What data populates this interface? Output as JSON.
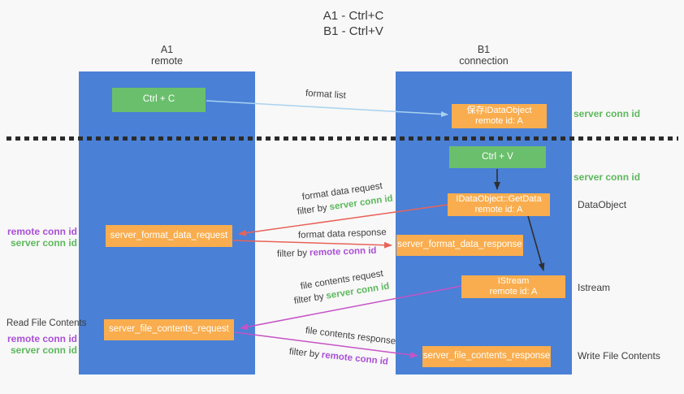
{
  "title": {
    "line1": "A1 - Ctrl+C",
    "line2": "B1 - Ctrl+V"
  },
  "lanes": {
    "a1": {
      "name": "A1",
      "subtitle": "remote"
    },
    "b1": {
      "name": "B1",
      "subtitle": "connection"
    }
  },
  "nodes": {
    "ctrl_c": {
      "label": "Ctrl + C"
    },
    "ctrl_v": {
      "label": "Ctrl + V"
    },
    "save_idataobject": {
      "line1": "保存IDataObject",
      "line2": "remote id: A"
    },
    "getdata": {
      "line1": "IDataObject::GetData",
      "line2": "remote id: A"
    },
    "istream": {
      "line1": "IStream",
      "line2": "remote id: A"
    },
    "format_request": {
      "label": "server_format_data_request"
    },
    "format_response": {
      "label": "server_format_data_response"
    },
    "file_request": {
      "label": "server_file_contents_request"
    },
    "file_response": {
      "label": "server_file_contents_response"
    }
  },
  "flow_labels": {
    "format_list": "format list",
    "format_data_request": "format data request",
    "format_data_response": "format data response",
    "file_contents_request": "file contents request",
    "file_contents_response": "file contents response",
    "filter_by": "filter by",
    "server_conn_id": "server conn id",
    "remote_conn_id": "remote conn id"
  },
  "side_labels": {
    "server_conn_id": "server conn id",
    "remote_conn_id": "remote conn id",
    "dataobject": "DataObject",
    "istream": "Istream",
    "read_file_contents": "Read File Contents",
    "write_file_contents": "Write File Contents"
  },
  "colors": {
    "background": "#f8f8f8",
    "lane_blue": "#4a80d6",
    "box_green": "#6abf6c",
    "box_orange": "#f9ad4e",
    "arrow_light_blue": "#a8d2f0",
    "arrow_black": "#2f2f2f",
    "arrow_red": "#e8635a",
    "arrow_magenta": "#c653c6",
    "text_green": "#5cb85c",
    "text_purple": "#aa4fd6"
  }
}
